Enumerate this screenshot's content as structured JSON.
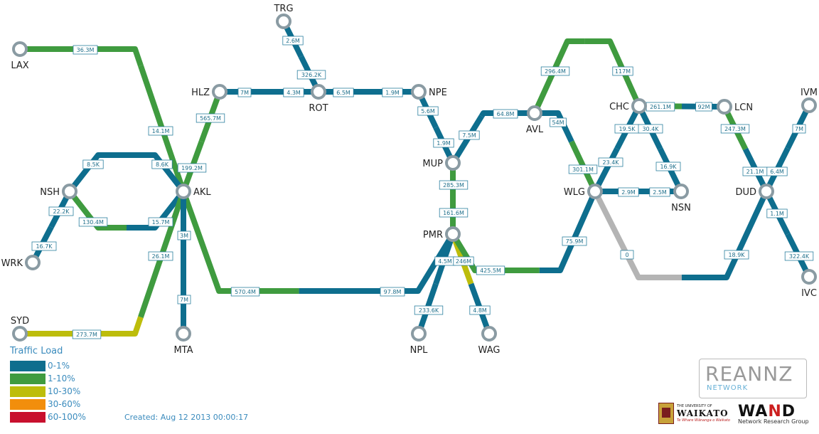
{
  "legend": {
    "title": "Traffic Load",
    "items": [
      {
        "label": "0-1%",
        "color": "#0e6e8e"
      },
      {
        "label": "1-10%",
        "color": "#3f9b3f"
      },
      {
        "label": "10-30%",
        "color": "#bdbd0b"
      },
      {
        "label": "30-60%",
        "color": "#f28e0c"
      },
      {
        "label": "60-100%",
        "color": "#c8102e"
      }
    ]
  },
  "created": "Created: Aug 12 2013 00:00:17",
  "branding": {
    "reannz": "REANNZ",
    "reannz_sub": "NETWORK",
    "waikato_top": "THE UNIVERSITY OF",
    "waikato_name": "WAIKATO",
    "waikato_motto": "Te Whare Wānanga o Waikato",
    "wand_name_a": "WA",
    "wand_name_b": "N",
    "wand_name_c": "D",
    "wand_sub": "Network Research Group"
  },
  "nodes": [
    {
      "id": "LAX",
      "label": "LAX"
    },
    {
      "id": "TRG",
      "label": "TRG"
    },
    {
      "id": "HLZ",
      "label": "HLZ"
    },
    {
      "id": "ROT",
      "label": "ROT"
    },
    {
      "id": "NPE",
      "label": "NPE"
    },
    {
      "id": "AVL",
      "label": "AVL"
    },
    {
      "id": "CHC",
      "label": "CHC"
    },
    {
      "id": "LCN",
      "label": "LCN"
    },
    {
      "id": "IVM",
      "label": "IVM"
    },
    {
      "id": "NSH",
      "label": "NSH"
    },
    {
      "id": "AKL",
      "label": "AKL"
    },
    {
      "id": "MUP",
      "label": "MUP"
    },
    {
      "id": "WLG",
      "label": "WLG"
    },
    {
      "id": "NSN",
      "label": "NSN"
    },
    {
      "id": "DUD",
      "label": "DUD"
    },
    {
      "id": "WRK",
      "label": "WRK"
    },
    {
      "id": "PMR",
      "label": "PMR"
    },
    {
      "id": "SYD",
      "label": "SYD"
    },
    {
      "id": "MTA",
      "label": "MTA"
    },
    {
      "id": "NPL",
      "label": "NPL"
    },
    {
      "id": "WAG",
      "label": "WAG"
    },
    {
      "id": "IVC",
      "label": "IVC"
    }
  ],
  "links": [
    {
      "id": "lax-akl",
      "labels": [
        "36.3M",
        "14.1M"
      ],
      "load": [
        "1-10%",
        "1-10%"
      ]
    },
    {
      "id": "trg-rot",
      "labels": [
        "2.6M",
        "326.2K"
      ],
      "load": [
        "0-1%",
        "0-1%"
      ]
    },
    {
      "id": "hlz-rot",
      "labels": [
        "7M",
        "4.3M"
      ],
      "load": [
        "0-1%",
        "0-1%"
      ]
    },
    {
      "id": "rot-npe",
      "labels": [
        "6.5M",
        "1.9M"
      ],
      "load": [
        "0-1%",
        "0-1%"
      ]
    },
    {
      "id": "hlz-akl",
      "labels": [
        "565.7M",
        "199.2M"
      ],
      "load": [
        "1-10%",
        "1-10%"
      ]
    },
    {
      "id": "npe-mup",
      "labels": [
        "5.6M",
        "1.9M"
      ],
      "load": [
        "0-1%",
        "0-1%"
      ]
    },
    {
      "id": "mup-avl",
      "labels": [
        "7.5M",
        "64.8M"
      ],
      "load": [
        "0-1%",
        "0-1%"
      ]
    },
    {
      "id": "avl-chc",
      "labels": [
        "296.4M",
        "117M"
      ],
      "load": [
        "1-10%",
        "1-10%"
      ]
    },
    {
      "id": "avl-wlg",
      "labels": [
        "54M",
        "301.1M"
      ],
      "load": [
        "0-1%",
        "1-10%"
      ]
    },
    {
      "id": "chc-lcn",
      "labels": [
        "261.1M",
        "92M"
      ],
      "load": [
        "1-10%",
        "0-1%"
      ]
    },
    {
      "id": "chc-wlg",
      "labels": [
        "19.5K",
        "23.4K"
      ],
      "load": [
        "0-1%",
        "0-1%"
      ]
    },
    {
      "id": "chc-nsn",
      "labels": [
        "30.4K",
        "16.9K"
      ],
      "load": [
        "0-1%",
        "0-1%"
      ]
    },
    {
      "id": "wlg-nsn",
      "labels": [
        "2.9M",
        "2.5M"
      ],
      "load": [
        "0-1%",
        "0-1%"
      ]
    },
    {
      "id": "lcn-dud",
      "labels": [
        "247.3M",
        "21.1M"
      ],
      "load": [
        "1-10%",
        "0-1%"
      ]
    },
    {
      "id": "ivm-dud",
      "labels": [
        "7M",
        "6.4M"
      ],
      "load": [
        "0-1%",
        "0-1%"
      ]
    },
    {
      "id": "dud-ivc",
      "labels": [
        "1.1M",
        "322.4K"
      ],
      "load": [
        "0-1%",
        "0-1%"
      ]
    },
    {
      "id": "nsh-akl-top",
      "labels": [
        "8.5K",
        "8.6K"
      ],
      "load": [
        "0-1%",
        "0-1%"
      ]
    },
    {
      "id": "nsh-akl-bottom",
      "labels": [
        "130.4M",
        "15.7M"
      ],
      "load": [
        "1-10%",
        "0-1%"
      ]
    },
    {
      "id": "nsh-wrk",
      "labels": [
        "22.2K",
        "16.7K"
      ],
      "load": [
        "0-1%",
        "0-1%"
      ]
    },
    {
      "id": "mup-pmr",
      "labels": [
        "285.3M",
        "161.6M"
      ],
      "load": [
        "1-10%",
        "1-10%"
      ]
    },
    {
      "id": "akl-pmr",
      "labels": [
        "570.4M",
        "97.8M"
      ],
      "load": [
        "1-10%",
        "0-1%"
      ]
    },
    {
      "id": "syd-akl",
      "labels": [
        "273.7M",
        "26.1M"
      ],
      "load": [
        "10-30%",
        "1-10%"
      ]
    },
    {
      "id": "akl-mta",
      "labels": [
        "3M",
        "7M"
      ],
      "load": [
        "0-1%",
        "0-1%"
      ]
    },
    {
      "id": "pmr-npl",
      "labels": [
        "4.5M",
        "233.6K"
      ],
      "load": [
        "0-1%",
        "0-1%"
      ]
    },
    {
      "id": "pmr-wag",
      "labels": [
        "246M",
        "4.8M"
      ],
      "load": [
        "10-30%",
        "0-1%"
      ]
    },
    {
      "id": "pmr-wlg",
      "labels": [
        "425.5M",
        "75.9M"
      ],
      "load": [
        "1-10%",
        "0-1%"
      ]
    },
    {
      "id": "wlg-dud",
      "labels": [
        "0",
        "18.9K"
      ],
      "load": [
        "unknown",
        "0-1%"
      ]
    }
  ]
}
